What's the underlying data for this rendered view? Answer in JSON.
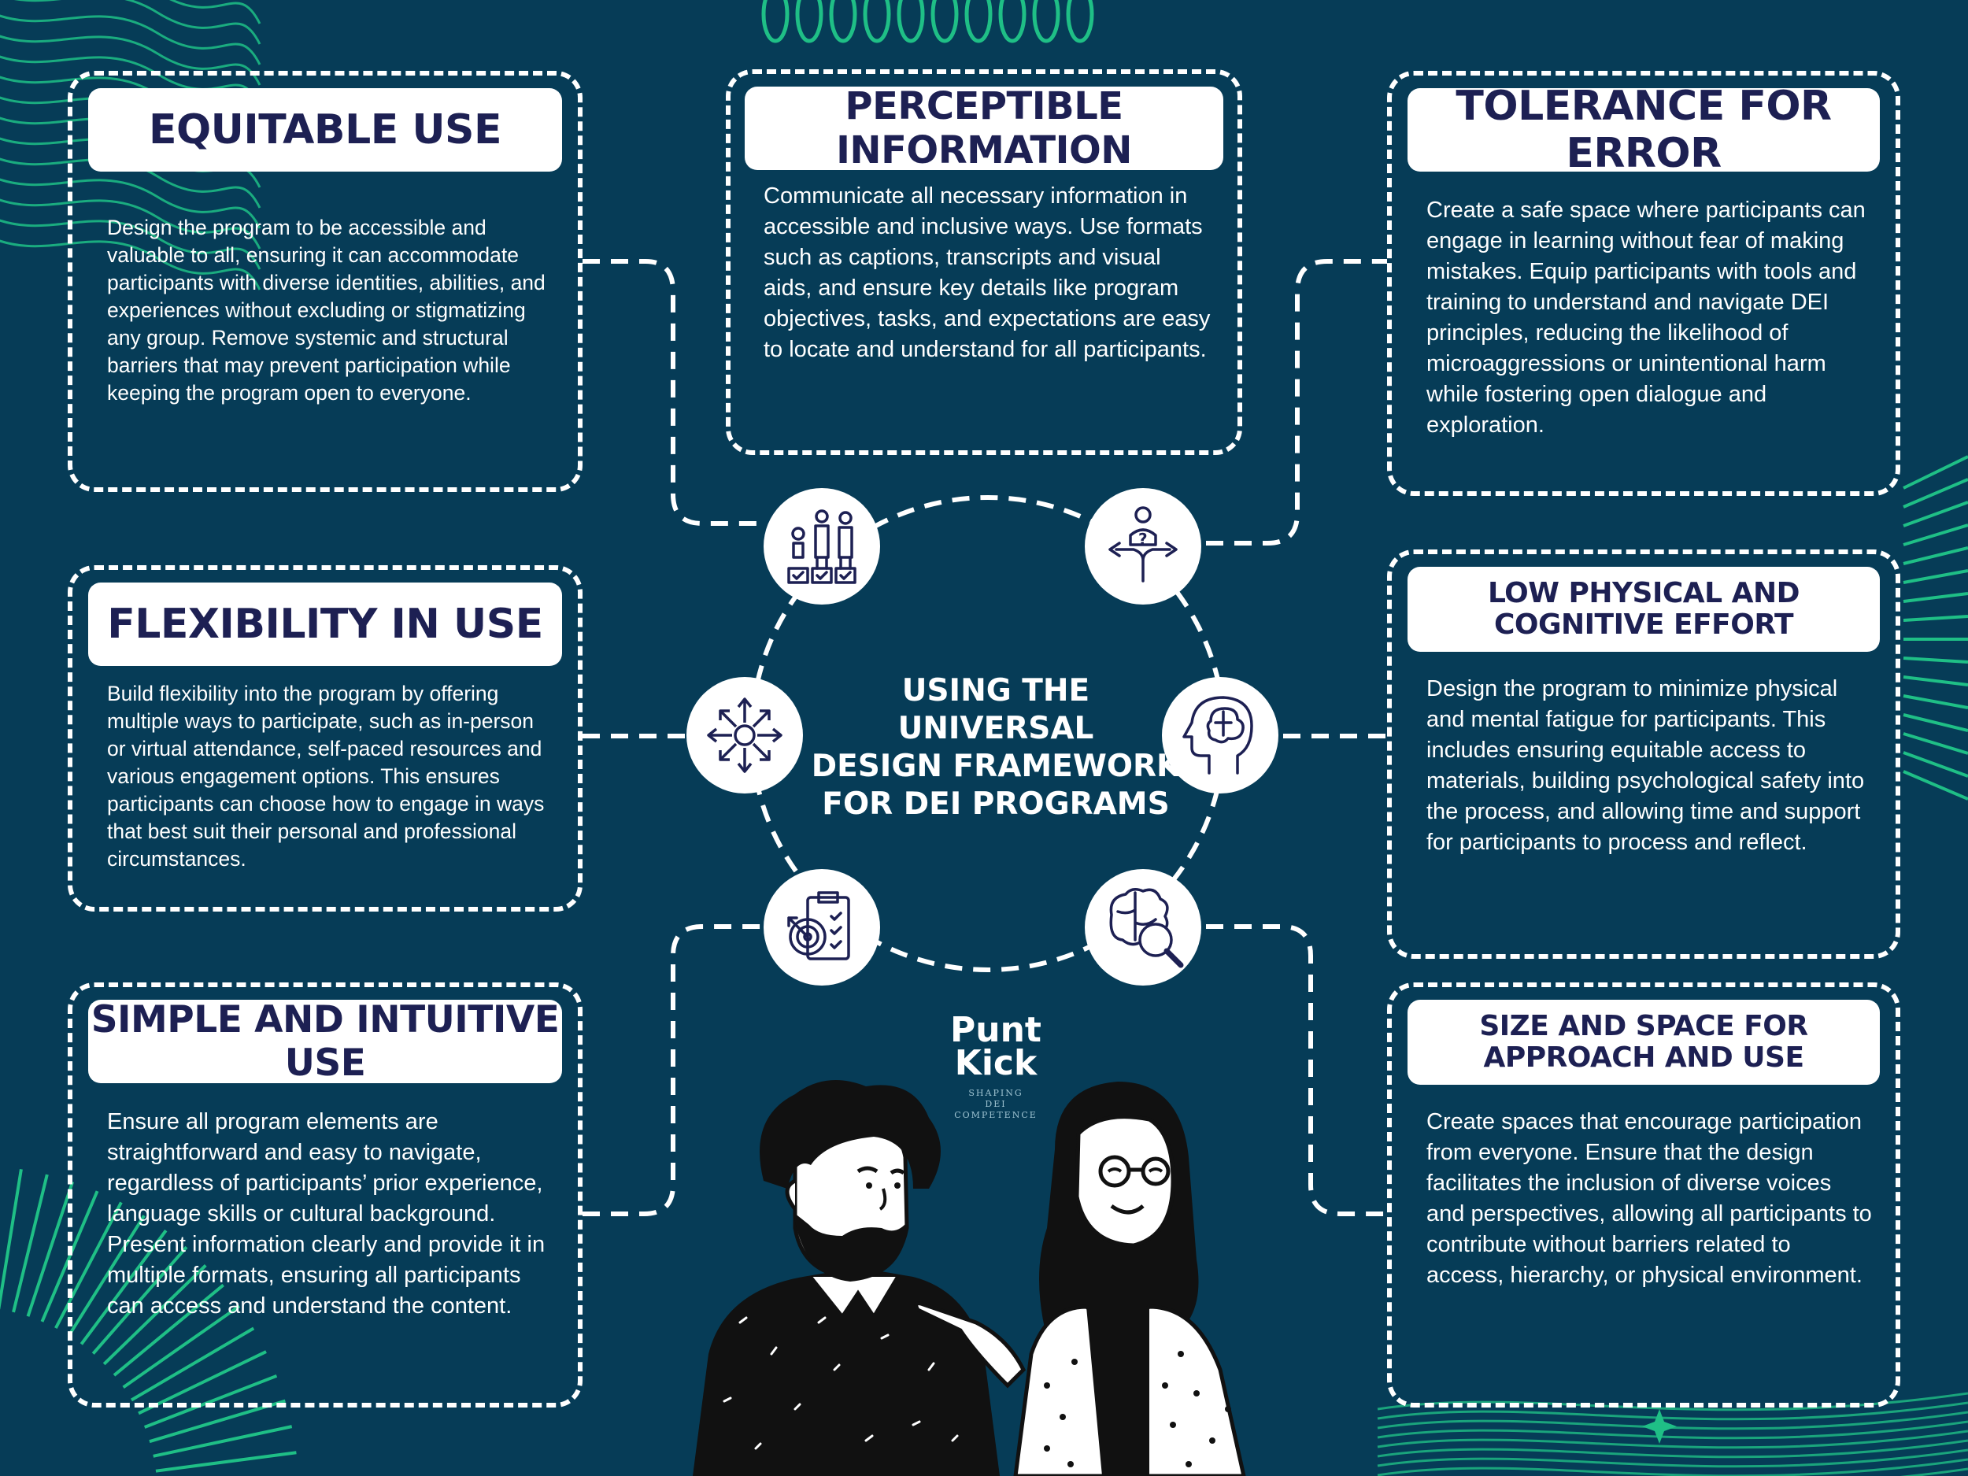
{
  "colors": {
    "background": "#063c57",
    "accent": "#1fbf86",
    "title_text": "#1d2053",
    "text": "#ffffff"
  },
  "hub": {
    "lines": [
      "USING THE UNIVERSAL",
      "DESIGN FRAMEWORK",
      "FOR DEI PROGRAMS"
    ]
  },
  "cards": {
    "equitable_use": {
      "title": "EQUITABLE USE",
      "body": "Design the program to be accessible and valuable to all, ensuring it can accommodate participants with diverse identities, abilities, and experiences without excluding or stigmatizing any group. Remove systemic and structural barriers that may prevent participation while keeping the program open to everyone."
    },
    "perceptible_information": {
      "title": "PERCEPTIBLE INFORMATION",
      "body": "Communicate all necessary information in accessible and inclusive ways. Use formats such as captions, transcripts and visual aids, and ensure key details like program objectives, tasks, and expectations are easy to locate and understand for all participants."
    },
    "tolerance_for_error": {
      "title": "TOLERANCE FOR ERROR",
      "body": "Create a safe space where participants can engage in learning without fear of making mistakes. Equip participants with tools and training to understand and navigate DEI principles, reducing the likelihood of microaggressions or unintentional harm while fostering open dialogue and exploration."
    },
    "flexibility_in_use": {
      "title": "FLEXIBILITY IN USE",
      "body": "Build flexibility into the program by offering multiple ways to participate, such as in-person or virtual attendance, self-paced resources and various engagement options. This ensures participants can choose how to engage in ways that best suit their personal and professional circumstances."
    },
    "low_effort": {
      "title_lines": [
        "LOW PHYSICAL AND",
        "COGNITIVE EFFORT"
      ],
      "body": "Design the program to minimize physical and mental fatigue for participants. This includes ensuring equitable access to materials, building psychological safety into the process, and allowing  time and support for participants to process and reflect."
    },
    "simple_intuitive_use": {
      "title": "SIMPLE AND INTUITIVE USE",
      "body": "Ensure all program elements are straightforward and easy to navigate, regardless of participants’ prior experience, language skills or cultural background. Present information clearly and provide it in multiple formats, ensuring all participants can access and understand the content."
    },
    "size_and_space": {
      "title_lines": [
        "SIZE AND SPACE FOR",
        "APPROACH AND USE"
      ],
      "body": "Create spaces that encourage participation from everyone. Ensure that the design facilitates the inclusion of diverse voices and perspectives, allowing all participants to contribute without barriers related to access, hierarchy, or physical environment."
    }
  },
  "icons": {
    "equity": "equity-people-icon",
    "decision": "decision-arrows-icon",
    "flexibility": "radiating-arrows-icon",
    "cognitive": "brain-head-icon",
    "checklist": "target-checklist-icon",
    "search": "brain-magnifier-icon"
  },
  "logo": {
    "line1": "Punt",
    "line2": "Kick",
    "tag1": "SHAPING",
    "tag2": "DEI",
    "tag3": "COMPETENCE"
  }
}
